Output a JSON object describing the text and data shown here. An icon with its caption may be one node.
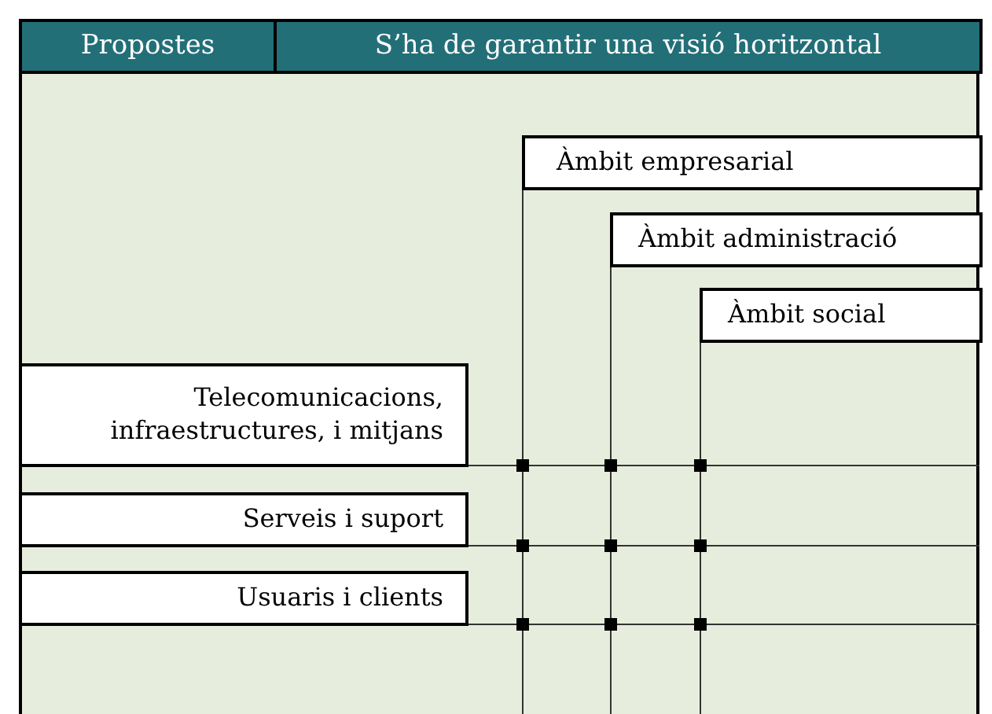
{
  "diagram": {
    "nodes": [
      {
        "text": [
          "Propostes"
        ]
      },
      {
        "text": [
          "S’ha de garantir una visió horitzontal"
        ]
      },
      {
        "text": [
          "Àmbit empresarial"
        ]
      },
      {
        "text": [
          "Àmbit administració"
        ]
      },
      {
        "text": [
          "Àmbit social"
        ]
      },
      {
        "text": [
          "Telecomunicacions, infraestructures, i mitjans"
        ]
      },
      {
        "text": [
          "Serveis i suport"
        ]
      },
      {
        "text": [
          "Usuaris i clients"
        ]
      }
    ],
    "edges": []
  }
}
